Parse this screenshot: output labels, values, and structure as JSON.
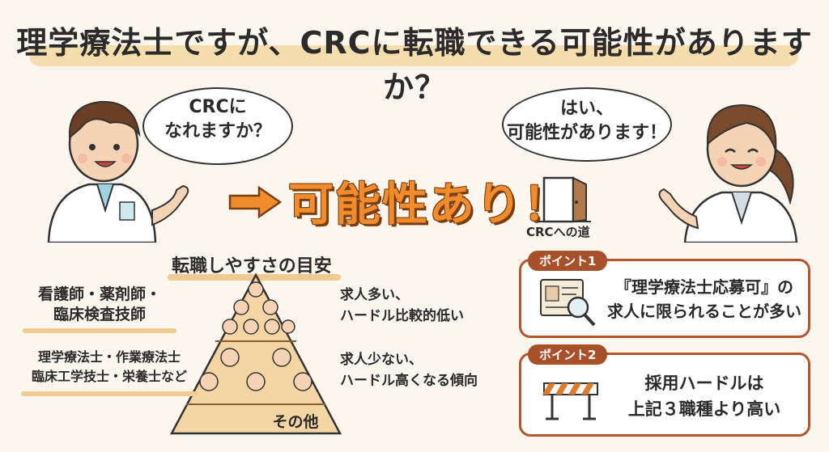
{
  "title": "理学療法士ですが、CRCに転職できる可能性がありますか？",
  "bubbles": {
    "left": [
      "CRCに",
      "なれますか？"
    ],
    "right": [
      "はい、",
      "可能性があります！"
    ]
  },
  "center": {
    "headline": "可能性あり！",
    "door_label": "CRCへの道"
  },
  "pyramid": {
    "title": "転職しやすさの目安",
    "tier1_label": [
      "看護師・薬剤師・",
      "臨床検査技師"
    ],
    "tier2_label": [
      "理学療法士・作業療法士",
      "臨床工学技士・栄養士など"
    ],
    "tier1_note": [
      "求人多い、",
      "ハードル比較的低い"
    ],
    "tier2_note": [
      "求人少ない、",
      "ハードル高くなる傾向"
    ],
    "base_label": "その他"
  },
  "points": [
    {
      "tag": "ポイント1",
      "lines": [
        "『理学療法士応募可』の",
        "求人に限られることが多い"
      ],
      "icon": "document-magnifier-icon"
    },
    {
      "tag": "ポイント2",
      "lines": [
        "採用ハードルは",
        "上記３職種より高い"
      ],
      "icon": "hurdle-barrier-icon"
    }
  ],
  "colors": {
    "accent_orange": "#f08c2c",
    "point_border": "#b5552a",
    "pyramid_fill": "#f6d5a4",
    "highlight": "#f2c98e"
  }
}
